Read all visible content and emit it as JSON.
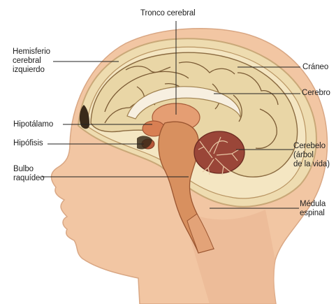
{
  "labels": {
    "tronco": "Tronco cerebral",
    "hemisferio": "Hemisferio\ncerebral\nizquierdo",
    "craneo": "Cráneo",
    "cerebro": "Cerebro",
    "hipotalamo": "Hipotálamo",
    "hipofisis": "Hipófisis",
    "cerebelo": "Cerebelo\n(árbol\nde la vida)",
    "bulbo": "Bulbo\nraquídeo",
    "medula": "Médula\nespinal"
  },
  "colors": {
    "skin": "#f2c6a3",
    "skin_dark": "#e2a986",
    "skull": "#eedcb0",
    "brain": "#e9d6a6",
    "gyrus_line": "#7a5a34",
    "brainstem": "#d27d4e",
    "cerebellum": "#9a4638",
    "leader": "#222222"
  }
}
